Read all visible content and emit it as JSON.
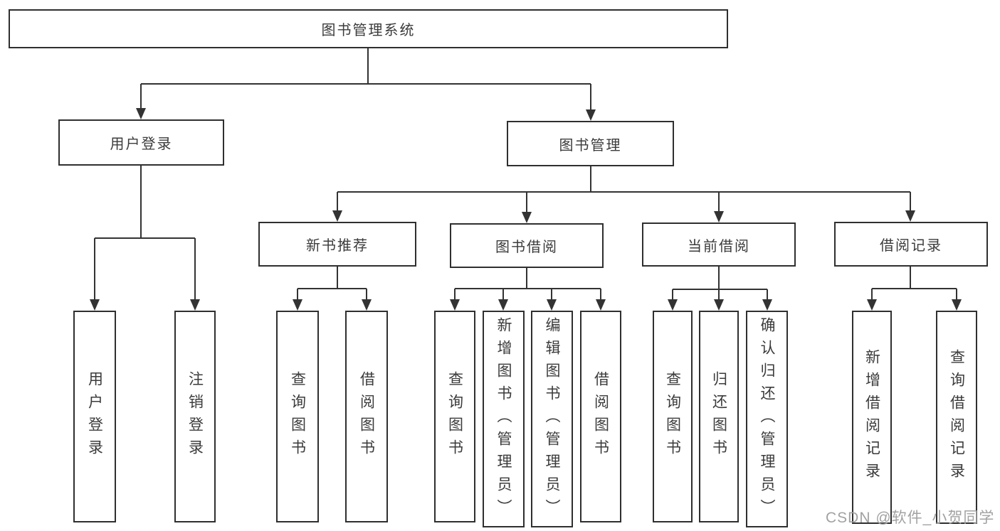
{
  "title": "图书管理系统",
  "watermark": "CSDN @软件_小贺同学",
  "colors": {
    "line": "#333333",
    "box_border": "#2f2f2f",
    "text": "#3b3b3b",
    "watermark": "#a2a2a2",
    "background": "#ffffff"
  },
  "nodes": {
    "root": "图书管理系统",
    "user_login": "用户登录",
    "book_management": "图书管理",
    "new_book_recommend": "新书推荐",
    "book_borrowing": "图书借阅",
    "current_borrowing": "当前借阅",
    "borrow_records": "借阅记录",
    "leaf_user_login": "用户登录",
    "leaf_logout": "注销登录",
    "nbr_query_books": "查询图书",
    "nbr_borrow_books": "借阅图书",
    "bb_query_books": "查询图书",
    "bb_add_books_admin": "新增图书（管理员）",
    "bb_edit_books_admin": "编辑图书（管理员）",
    "bb_borrow_books": "借阅图书",
    "cb_query_books": "查询图书",
    "cb_return_books": "归还图书",
    "cb_confirm_return_admin": "确认归还（管理员）",
    "br_add_record": "新增借阅记录",
    "br_query_record": "查询借阅记录"
  },
  "hierarchy": {
    "图书管理系统": {
      "用户登录": [
        "用户登录",
        "注销登录"
      ],
      "图书管理": {
        "新书推荐": [
          "查询图书",
          "借阅图书"
        ],
        "图书借阅": [
          "查询图书",
          "新增图书（管理员）",
          "编辑图书（管理员）",
          "借阅图书"
        ],
        "当前借阅": [
          "查询图书",
          "归还图书",
          "确认归还（管理员）"
        ],
        "借阅记录": [
          "新增借阅记录",
          "查询借阅记录"
        ]
      }
    }
  }
}
